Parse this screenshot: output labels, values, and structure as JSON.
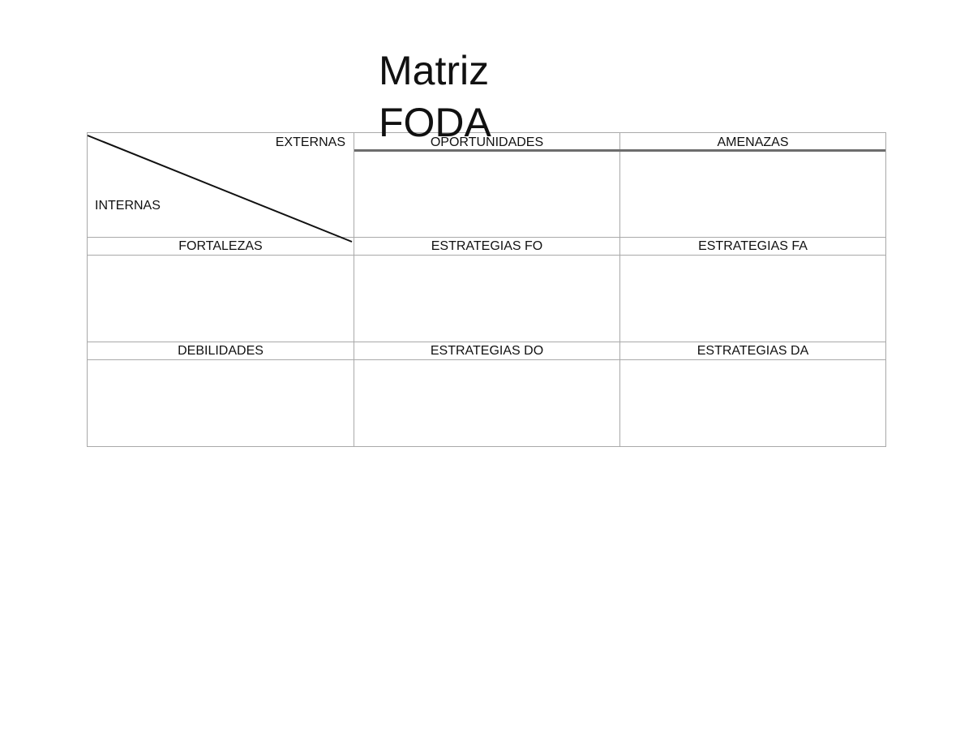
{
  "title": "Matriz FODA",
  "corner": {
    "external_label": "EXTERNAS",
    "internal_label": "INTERNAS"
  },
  "header_row": [
    "OPORTUNIDADES",
    "AMENAZAS"
  ],
  "rows": [
    {
      "label": "FORTALEZAS",
      "strategies": [
        "ESTRATEGIAS FO",
        "ESTRATEGIAS FA"
      ]
    },
    {
      "label": "DEBILIDADES",
      "strategies": [
        "ESTRATEGIAS DO",
        "ESTRATEGIAS DA"
      ]
    }
  ]
}
